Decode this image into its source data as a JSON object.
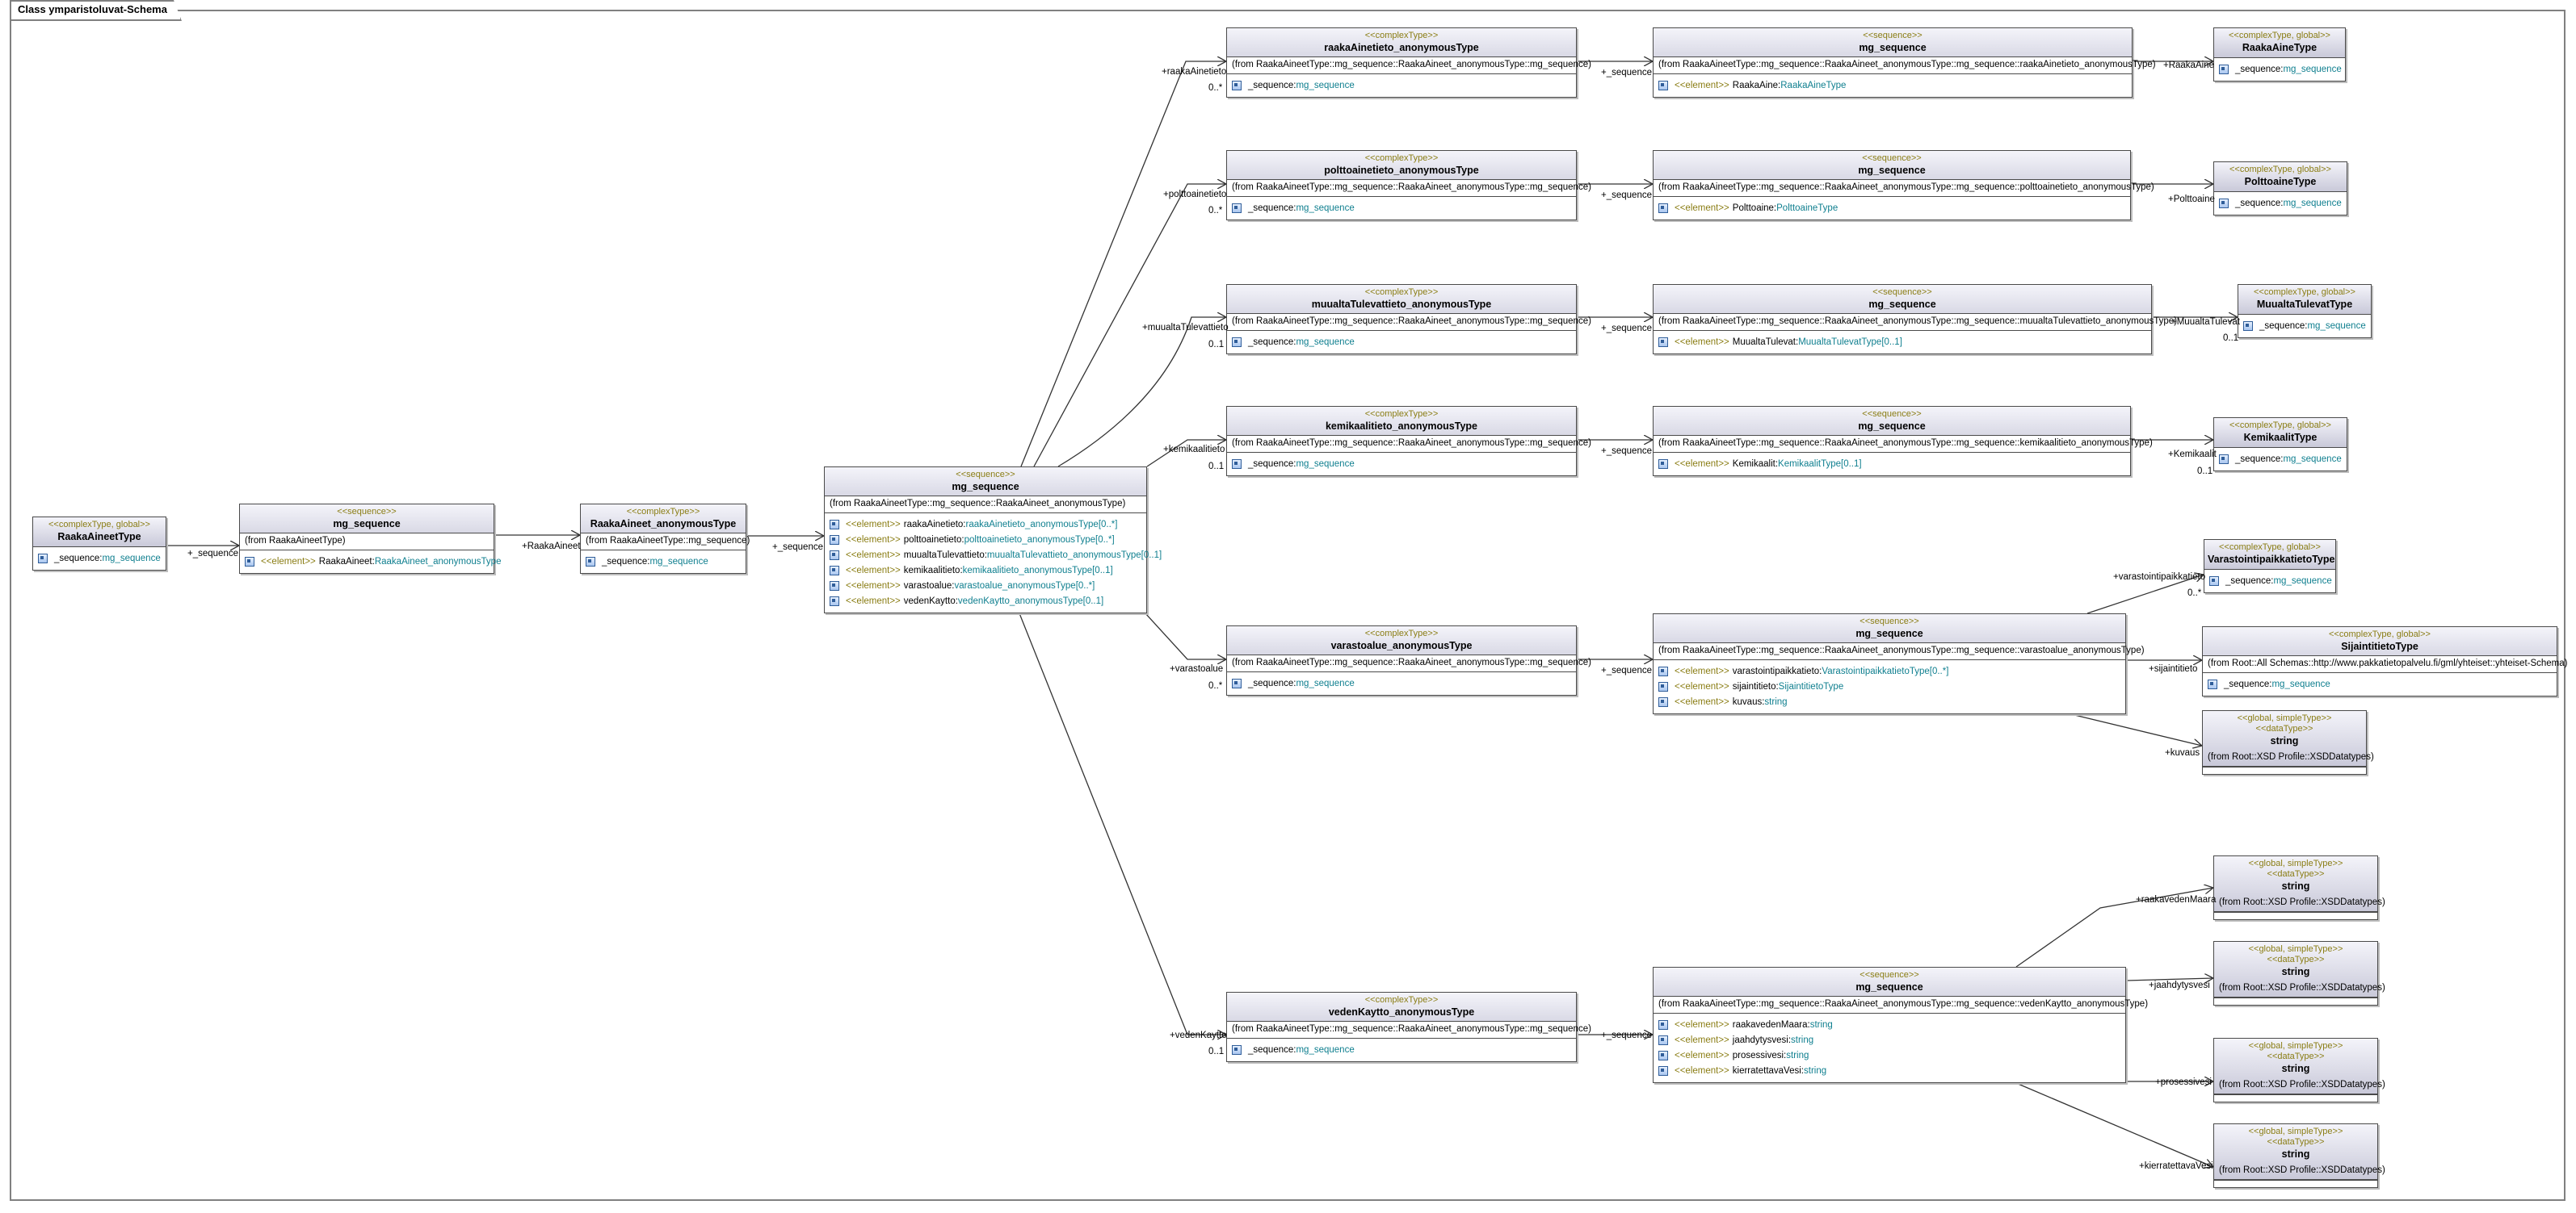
{
  "frame": {
    "title": "Class ymparistoluvat-Schema"
  },
  "stereo": {
    "ctg": "<<complexType, global>>",
    "seq": "<<sequence>>",
    "ct": "<<complexType>>",
    "el": "<<element>>",
    "gst": "<<global, simpleType>>",
    "dt": "<<dataType>>"
  },
  "classes": {
    "raakaAineetType": {
      "name": "RaakaAineetType",
      "attr_name": "_sequence:",
      "attr_type": "mg_sequence"
    },
    "seq1": {
      "name": "mg_sequence",
      "from": "(from RaakaAineetType)",
      "attr_name": "RaakaAineet:",
      "attr_type": "RaakaAineet_anonymousType"
    },
    "raakaAineetAnon": {
      "name": "RaakaAineet_anonymousType",
      "from": "(from RaakaAineetType::mg_sequence)",
      "attr_name": "_sequence:",
      "attr_type": "mg_sequence"
    },
    "seq2": {
      "name": "mg_sequence",
      "from": "(from RaakaAineetType::mg_sequence::RaakaAineet_anonymousType)",
      "attrs": [
        {
          "name": "raakaAinetieto:",
          "type": "raakaAinetieto_anonymousType",
          "mult": "[0..*]"
        },
        {
          "name": "polttoainetieto:",
          "type": "polttoainetieto_anonymousType",
          "mult": "[0..*]"
        },
        {
          "name": "muualtaTulevattieto:",
          "type": "muualtaTulevattieto_anonymousType",
          "mult": "[0..1]"
        },
        {
          "name": "kemikaalitieto:",
          "type": "kemikaalitieto_anonymousType",
          "mult": "[0..1]"
        },
        {
          "name": "varastoalue:",
          "type": "varastoalue_anonymousType",
          "mult": "[0..*]"
        },
        {
          "name": "vedenKaytto:",
          "type": "vedenKaytto_anonymousType",
          "mult": "[0..1]"
        }
      ]
    },
    "raakaAinetietoAnon": {
      "name": "raakaAinetieto_anonymousType",
      "from": "(from RaakaAineetType::mg_sequence::RaakaAineet_anonymousType::mg_sequence)",
      "attr_name": "_sequence:",
      "attr_type": "mg_sequence"
    },
    "polttoainetietoAnon": {
      "name": "polttoainetieto_anonymousType",
      "from": "(from RaakaAineetType::mg_sequence::RaakaAineet_anonymousType::mg_sequence)",
      "attr_name": "_sequence:",
      "attr_type": "mg_sequence"
    },
    "muualtaAnon": {
      "name": "muualtaTulevattieto_anonymousType",
      "from": "(from RaakaAineetType::mg_sequence::RaakaAineet_anonymousType::mg_sequence)",
      "attr_name": "_sequence:",
      "attr_type": "mg_sequence"
    },
    "kemikaaliAnon": {
      "name": "kemikaalitieto_anonymousType",
      "from": "(from RaakaAineetType::mg_sequence::RaakaAineet_anonymousType::mg_sequence)",
      "attr_name": "_sequence:",
      "attr_type": "mg_sequence"
    },
    "varastoalueAnon": {
      "name": "varastoalue_anonymousType",
      "from": "(from RaakaAineetType::mg_sequence::RaakaAineet_anonymousType::mg_sequence)",
      "attr_name": "_sequence:",
      "attr_type": "mg_sequence"
    },
    "vedenKayttoAnon": {
      "name": "vedenKaytto_anonymousType",
      "from": "(from RaakaAineetType::mg_sequence::RaakaAineet_anonymousType::mg_sequence)",
      "attr_name": "_sequence:",
      "attr_type": "mg_sequence"
    },
    "seqRaaka": {
      "name": "mg_sequence",
      "from": "(from RaakaAineetType::mg_sequence::RaakaAineet_anonymousType::mg_sequence::raakaAinetieto_anonymousType)",
      "attr_name": "RaakaAine:",
      "attr_type": "RaakaAineType"
    },
    "seqPoltto": {
      "name": "mg_sequence",
      "from": "(from RaakaAineetType::mg_sequence::RaakaAineet_anonymousType::mg_sequence::polttoainetieto_anonymousType)",
      "attr_name": "Polttoaine:",
      "attr_type": "PolttoaineType"
    },
    "seqMuualta": {
      "name": "mg_sequence",
      "from": "(from RaakaAineetType::mg_sequence::RaakaAineet_anonymousType::mg_sequence::muualtaTulevattieto_anonymousType)",
      "attr_name": "MuualtaTulevat:",
      "attr_type": "MuualtaTulevatType",
      "attr_mult": "[0..1]"
    },
    "seqKemikaali": {
      "name": "mg_sequence",
      "from": "(from RaakaAineetType::mg_sequence::RaakaAineet_anonymousType::mg_sequence::kemikaalitieto_anonymousType)",
      "attr_name": "Kemikaalit:",
      "attr_type": "KemikaalitType",
      "attr_mult": "[0..1]"
    },
    "seqVarasto": {
      "name": "mg_sequence",
      "from": "(from RaakaAineetType::mg_sequence::RaakaAineet_anonymousType::mg_sequence::varastoalue_anonymousType)",
      "attrs": [
        {
          "name": "varastointipaikkatieto:",
          "type": "VarastointipaikkatietoType",
          "mult": "[0..*]"
        },
        {
          "name": "sijaintitieto:",
          "type": "SijaintitietoType",
          "mult": ""
        },
        {
          "name": "kuvaus:",
          "type": "string",
          "mult": ""
        }
      ]
    },
    "seqVesi": {
      "name": "mg_sequence",
      "from": "(from RaakaAineetType::mg_sequence::RaakaAineet_anonymousType::mg_sequence::vedenKaytto_anonymousType)",
      "attrs": [
        {
          "name": "raakavedenMaara:",
          "type": "string",
          "mult": ""
        },
        {
          "name": "jaahdytysvesi:",
          "type": "string",
          "mult": ""
        },
        {
          "name": "prosessivesi:",
          "type": "string",
          "mult": ""
        },
        {
          "name": "kierratettavaVesi:",
          "type": "string",
          "mult": ""
        }
      ]
    },
    "raakaAineType": {
      "name": "RaakaAineType",
      "attr_name": "_sequence:",
      "attr_type": "mg_sequence"
    },
    "polttoaineType": {
      "name": "PolttoaineType",
      "attr_name": "_sequence:",
      "attr_type": "mg_sequence"
    },
    "muualtaTulevatType": {
      "name": "MuualtaTulevatType",
      "attr_name": "_sequence:",
      "attr_type": "mg_sequence"
    },
    "kemikaalitType": {
      "name": "KemikaalitType",
      "attr_name": "_sequence:",
      "attr_type": "mg_sequence"
    },
    "varastointiType": {
      "name": "VarastointipaikkatietoType",
      "attr_name": "_sequence:",
      "attr_type": "mg_sequence"
    },
    "sijaintiType": {
      "name": "SijaintitietoType",
      "from": "(from Root::All Schemas::http://www.pakkatietopalvelu.fi/gml/yhteiset::yhteiset-Schema)",
      "attr_name": "_sequence:",
      "attr_type": "mg_sequence"
    },
    "stringKuvaus": {
      "name": "string",
      "from": "(from Root::XSD Profile::XSDDatatypes)"
    },
    "stringRaakavesi": {
      "name": "string",
      "from": "(from Root::XSD Profile::XSDDatatypes)"
    },
    "stringJaahdytys": {
      "name": "string",
      "from": "(from Root::XSD Profile::XSDDatatypes)"
    },
    "stringProsessi": {
      "name": "string",
      "from": "(from Root::XSD Profile::XSDDatatypes)"
    },
    "stringKierratettava": {
      "name": "string",
      "from": "(from Root::XSD Profile::XSDDatatypes)"
    }
  },
  "labels": {
    "l_seq1": "+_sequence",
    "l_raakaAineet": "+RaakaAineet",
    "l_seq2": "+_sequence",
    "l_raakaAinetieto": "+raakaAinetieto",
    "l_raakaAinetieto_m": "0..*",
    "l_polttoainetieto": "+polttoainetieto",
    "l_polttoainetieto_m": "0..*",
    "l_muualta": "+muualtaTulevattieto",
    "l_muualta_m": "0..1",
    "l_kemikaali": "+kemikaalitieto",
    "l_kemikaali_m": "0..1",
    "l_varastoalue": "+varastoalue",
    "l_varastoalue_m": "0..*",
    "l_vedenKaytto": "+vedenKaytto",
    "l_vedenKaytto_m": "0..1",
    "l_s_raaka": "+_sequence",
    "l_s_poltto": "+_sequence",
    "l_s_muualta": "+_sequence",
    "l_s_kemikaali": "+_sequence",
    "l_s_varasto": "+_sequence",
    "l_s_vesi": "+_sequence",
    "l_RaakaAine": "+RaakaAine",
    "l_Polttoaine": "+Polttoaine",
    "l_MuualtaTulevat": "+MuualtaTulevat",
    "l_MuualtaTulevat_m": "0..1",
    "l_Kemikaalit": "+Kemikaalit",
    "l_Kemikaalit_m": "0..1",
    "l_varastointi": "+varastointipaikkatieto",
    "l_varastointi_m": "0..*",
    "l_sijainti": "+sijaintitieto",
    "l_kuvaus": "+kuvaus",
    "l_raakavedenMaara": "+raakavedenMaara",
    "l_jaahdytysvesi": "+jaahdytysvesi",
    "l_prosessivesi": "+prosessivesi",
    "l_kierratettavaVesi": "+kierratettavaVesi"
  }
}
